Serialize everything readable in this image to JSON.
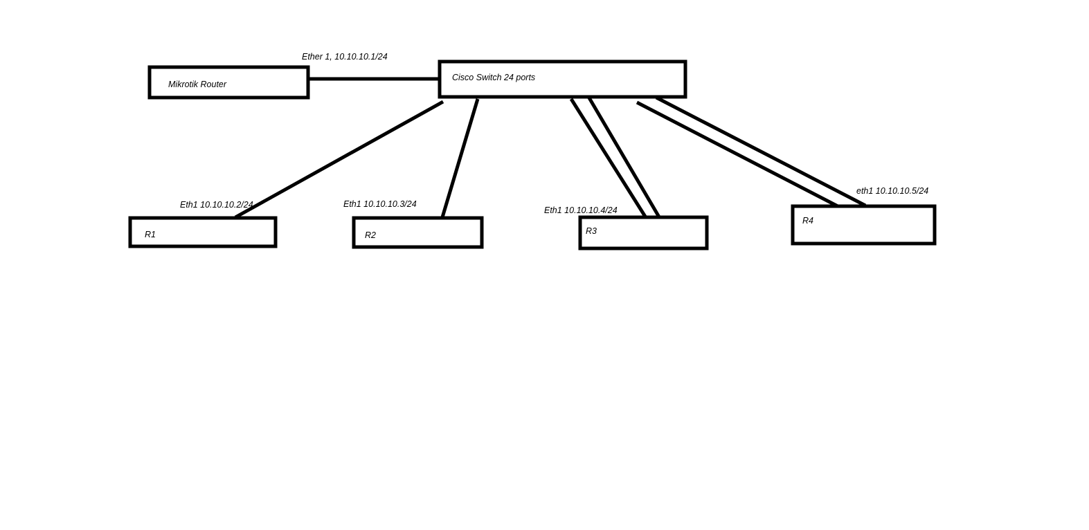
{
  "nodes": {
    "router": {
      "label": "Mikrotik Router"
    },
    "switch": {
      "label": "Cisco Switch 24 ports"
    },
    "r1": {
      "label": "R1"
    },
    "r2": {
      "label": "R2"
    },
    "r3": {
      "label": "R3"
    },
    "r4": {
      "label": "R4"
    }
  },
  "links": {
    "router_switch": {
      "label": "Ether 1, 10.10.10.1/24"
    },
    "switch_r1": {
      "label": "Eth1 10.10.10.2/24"
    },
    "switch_r2": {
      "label": "Eth1 10.10.10.3/24"
    },
    "switch_r3": {
      "label": "Eth1 10.10.10.4/24",
      "line_count": 2
    },
    "switch_r4": {
      "label": "eth1 10.10.10.5/24",
      "line_count": 2
    }
  },
  "colors": {
    "stroke": "#000000",
    "background": "#ffffff"
  }
}
